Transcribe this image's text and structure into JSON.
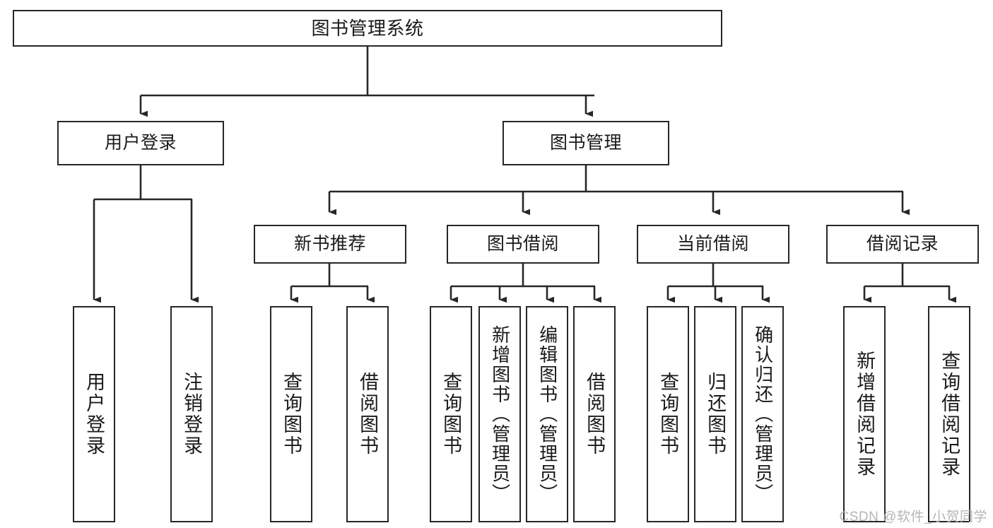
{
  "diagram": {
    "title": "图书管理系统",
    "type": "tree",
    "root": {
      "id": "root",
      "label": "图书管理系统"
    },
    "level2": [
      {
        "id": "user-login",
        "label": "用户登录"
      },
      {
        "id": "book-manage",
        "label": "图书管理"
      }
    ],
    "level3": [
      {
        "id": "new-book-rec",
        "label": "新书推荐"
      },
      {
        "id": "book-borrow",
        "label": "图书借阅"
      },
      {
        "id": "current-borrow",
        "label": "当前借阅"
      },
      {
        "id": "borrow-record",
        "label": "借阅记录"
      }
    ],
    "leaves": {
      "user_login": [
        {
          "id": "leaf-user-login",
          "label": "用户登录"
        },
        {
          "id": "leaf-logout",
          "label": "注销登录"
        }
      ],
      "new_book_rec": [
        {
          "id": "leaf-query-book-1",
          "label": "查询图书"
        },
        {
          "id": "leaf-borrow-book-1",
          "label": "借阅图书"
        }
      ],
      "book_borrow": [
        {
          "id": "leaf-query-book-2",
          "label": "查询图书"
        },
        {
          "id": "leaf-add-book",
          "label": "新增图书（管理员）"
        },
        {
          "id": "leaf-edit-book",
          "label": "编辑图书（管理员）"
        },
        {
          "id": "leaf-borrow-book-2",
          "label": "借阅图书"
        }
      ],
      "current_borrow": [
        {
          "id": "leaf-query-book-3",
          "label": "查询图书"
        },
        {
          "id": "leaf-return-book",
          "label": "归还图书"
        },
        {
          "id": "leaf-confirm-return",
          "label": "确认归还（管理员）"
        }
      ],
      "borrow_record": [
        {
          "id": "leaf-add-record",
          "label": "新增借阅记录"
        },
        {
          "id": "leaf-query-record",
          "label": "查询借阅记录"
        }
      ]
    }
  },
  "watermark": {
    "text": "CSDN @软件_小贺同学"
  },
  "colors": {
    "stroke": "#272727",
    "fill": "#ffffff",
    "text": "#1a1a1a",
    "watermark": "#b6b6b6"
  }
}
